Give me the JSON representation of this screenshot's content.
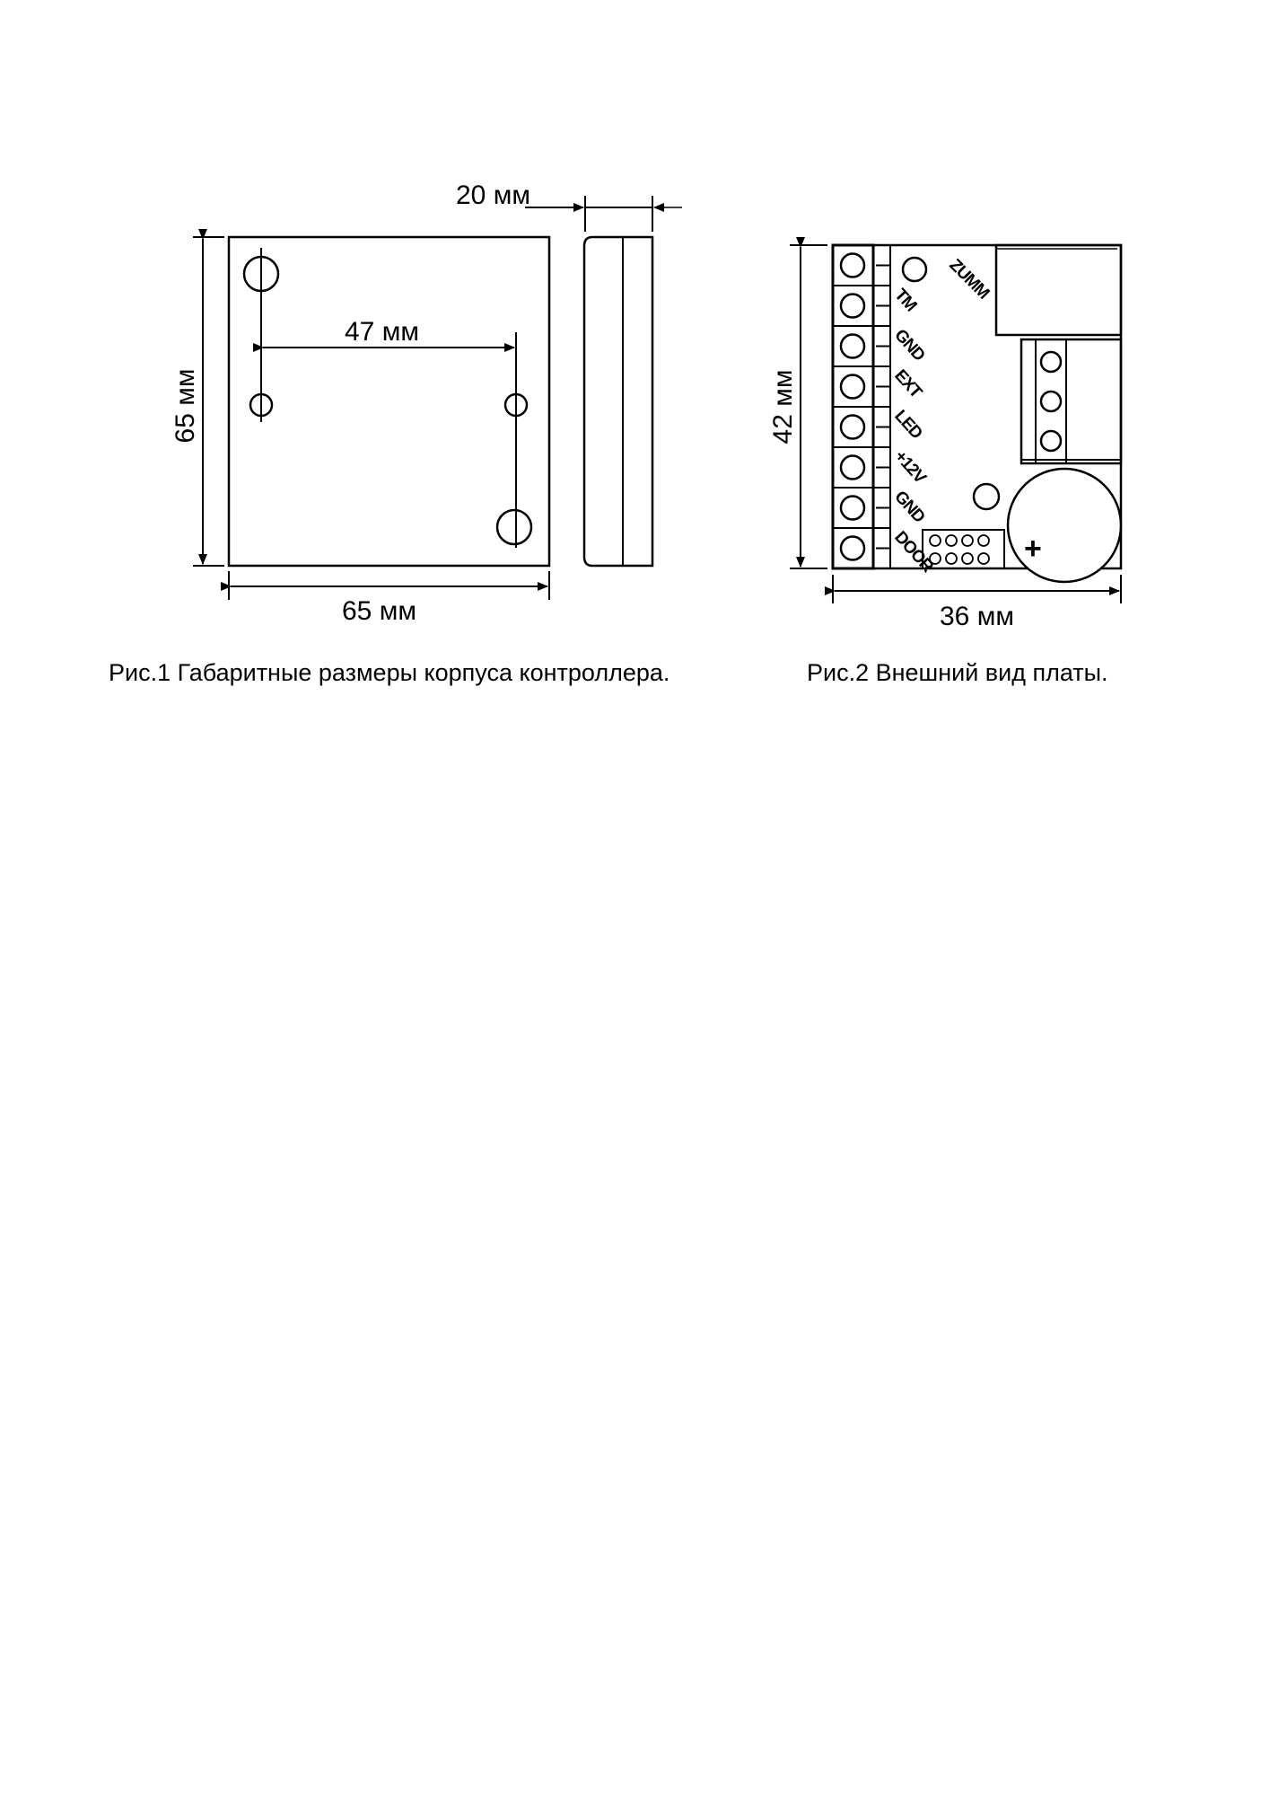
{
  "figure1": {
    "caption": "Рис.1 Габаритные размеры корпуса контроллера.",
    "dim_depth": "20 мм",
    "dim_height": "65 мм",
    "dim_width": "65 мм",
    "dim_hole_spacing": "47 мм"
  },
  "figure2": {
    "caption": "Рис.2 Внешний вид платы.",
    "dim_height": "42 мм",
    "dim_width": "36 мм",
    "terminal_labels": [
      "TM",
      "GND",
      "EXT",
      "LED",
      "+12V",
      "GND",
      "DOOR"
    ],
    "buzzer_label": "ZUMM",
    "buzzer_polarity": "+"
  }
}
